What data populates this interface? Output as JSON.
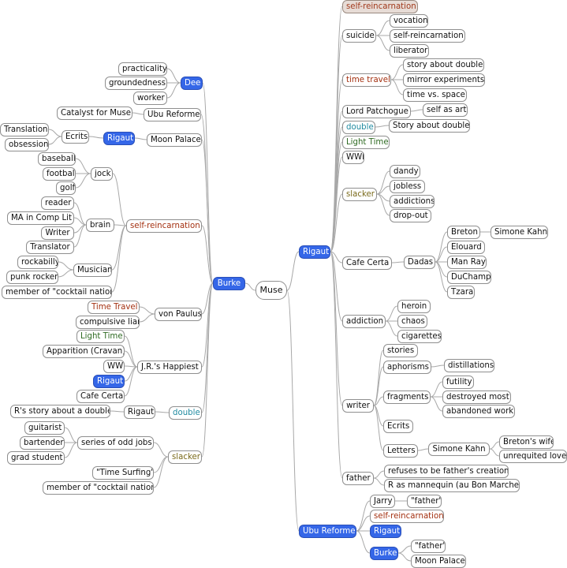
{
  "center": "Muse",
  "burke": {
    "label": "Burke",
    "dee": {
      "label": "Dee",
      "items": [
        "practicality",
        "groundedness",
        "worker"
      ]
    },
    "ubu_reforme": {
      "label": "Ubu Reforme",
      "item": "Catalyst for Muse"
    },
    "moon_palace": {
      "label": "Moon Palace",
      "rigaut": "Rigaut",
      "ecrits": "Ecrits",
      "ecrits_items": [
        "Translation",
        "obsession"
      ]
    },
    "self_reincarnation": {
      "label": "self-reincarnation",
      "jock": {
        "label": "jock",
        "items": [
          "baseball",
          "football",
          "golf"
        ]
      },
      "brain": {
        "label": "brain",
        "items": [
          "reader",
          "MA in Comp Lit",
          "Writer",
          "Translator"
        ]
      },
      "musician": {
        "label": "Musician",
        "items": [
          "rockabilly",
          "punk rocker"
        ]
      },
      "cocktail": "member of \"cocktail nation\""
    },
    "von_paulus": {
      "label": "von Paulus",
      "items": [
        "Time Travel",
        "compulsive liar"
      ]
    },
    "jr_happiest": {
      "label": "J.R.'s Happiest",
      "items": [
        "Light Time",
        "Apparition (Cravan)",
        "WWI",
        "Rigaut",
        "Cafe Certa"
      ]
    },
    "double": {
      "label": "double",
      "rigaut": "Rigaut",
      "story": "R's story about a double"
    },
    "slacker": {
      "label": "slacker",
      "odd_jobs": {
        "label": "series of odd jobs",
        "items": [
          "guitarist",
          "bartender",
          "grad student"
        ]
      },
      "items": [
        "\"Time Surfing\"",
        "member of \"cocktail nation\""
      ]
    }
  },
  "rigaut": {
    "label": "Rigaut",
    "top": "self-reincarnation",
    "suicide": {
      "label": "suicide",
      "items": [
        "vocation",
        "self-reincarnation",
        "liberator"
      ]
    },
    "time_travel": {
      "label": "time travel",
      "items": [
        "story about double",
        "mirror experiments",
        "time vs. space"
      ]
    },
    "patchogue": {
      "label": "Lord Patchogue",
      "item": "self as art"
    },
    "double": {
      "label": "double",
      "item": "Story about double"
    },
    "light_time": "Light Time",
    "wwi": "WWI",
    "slacker": {
      "label": "slacker",
      "items": [
        "dandy",
        "jobless",
        "addictions",
        "drop-out"
      ]
    },
    "cafe_certa": {
      "label": "Cafe Certa",
      "dadas": {
        "label": "Dadas",
        "items": [
          "Breton",
          "Elouard",
          "Man Ray",
          "DuChamp",
          "Tzara"
        ],
        "breton_child": "Simone Kahn"
      }
    },
    "addiction": {
      "label": "addiction",
      "items": [
        "heroin",
        "chaos",
        "cigarettes"
      ]
    },
    "writer": {
      "label": "writer",
      "stories": "stories",
      "aphorisms": {
        "label": "aphorisms",
        "item": "distillations"
      },
      "fragments": {
        "label": "fragments",
        "items": [
          "futility",
          "destroyed most",
          "abandoned work"
        ]
      },
      "ecrits": "Ecrits",
      "letters": {
        "label": "Letters",
        "simone": "Simone Kahn",
        "simone_items": [
          "Breton's wife",
          "unrequited love"
        ]
      }
    },
    "father": {
      "label": "father",
      "items": [
        "refuses to be father's creation",
        "R as mannequin (au Bon Marche)"
      ]
    }
  },
  "ubu_reforme": {
    "label": "Ubu Reforme",
    "jarry": {
      "label": "Jarry",
      "item": "\"father\""
    },
    "self_reincarnation": "self-reincarnation",
    "rigaut": "Rigaut",
    "burke": {
      "label": "Burke",
      "items": [
        "\"father\"",
        "Moon Palace"
      ]
    }
  }
}
